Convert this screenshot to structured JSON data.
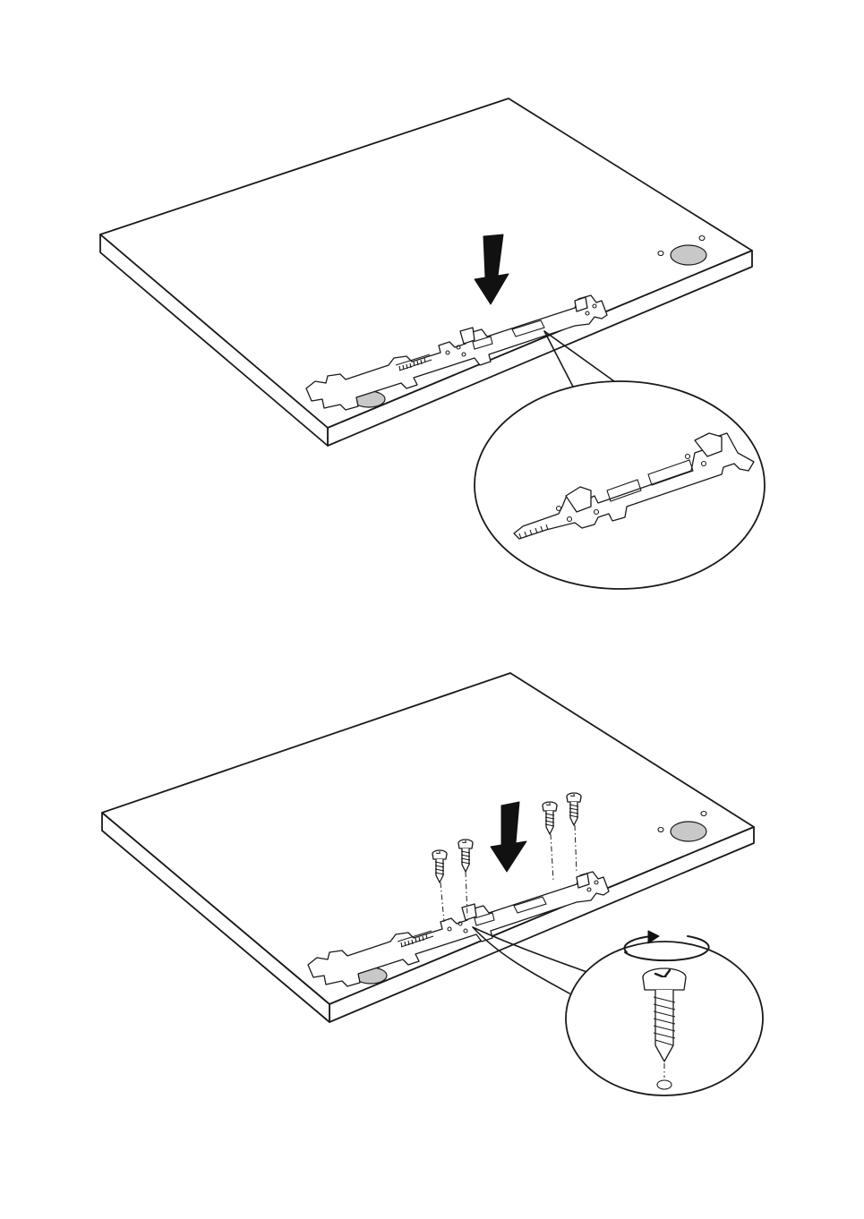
{
  "figure": {
    "steps": [
      {
        "label": "",
        "action": "press-plate-into-panel",
        "detail_view": "mounting-plate-closeup"
      },
      {
        "label": "",
        "action": "fasten-screws",
        "screw_count": 4,
        "detail_view": "screw-rotation-closeup"
      }
    ],
    "colors": {
      "line": "#1a1a1a",
      "fill_grey": "#c8c8c8",
      "arrow": "#111111",
      "background": "#ffffff"
    },
    "icons": [
      "down-arrow-icon",
      "rotation-arrow-icon",
      "phillips-screw-icon"
    ]
  }
}
